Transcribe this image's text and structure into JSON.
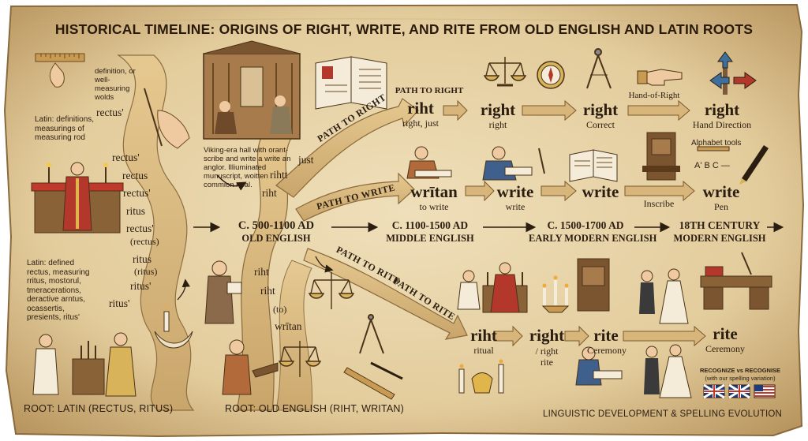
{
  "title": "HISTORICAL TIMELINE: ORIGINS OF RIGHT, WRITE, AND RITE FROM OLD ENGLISH AND LATIN ROOTS",
  "eras": [
    {
      "date": "C. 500-1100 AD",
      "name": "OLD ENGLISH"
    },
    {
      "date": "C. 1100-1500 AD",
      "name": "MIDDLE ENGLISH"
    },
    {
      "date": "C. 1500-1700 AD",
      "name": "EARLY MODERN ENGLISH"
    },
    {
      "date": "18TH CENTURY",
      "name": "MODERN ENGLISH"
    }
  ],
  "paths": {
    "right": "PATH TO RIGHT",
    "write": "PATH TO WRITE",
    "rite": "PATH TO RITE",
    "rite2": "PATH TO RITE"
  },
  "right_row": [
    {
      "word": "riht",
      "gloss": "right, just"
    },
    {
      "word": "right",
      "gloss": "right"
    },
    {
      "word": "right",
      "gloss": "Correct"
    },
    {
      "word": "right",
      "gloss": "Hand Direction"
    }
  ],
  "right_label": "Hand-of-Right",
  "write_row": [
    {
      "word": "wrītan",
      "gloss": "to write"
    },
    {
      "word": "write",
      "gloss": "write"
    },
    {
      "word": "write",
      "gloss": ""
    },
    {
      "word": "write",
      "gloss": "Pen"
    }
  ],
  "write_extra": {
    "inscribe": "Inscribe",
    "tools": "Alphabet tools",
    "abc": "A' B C —"
  },
  "rite_row": [
    {
      "word": "riht",
      "gloss": "ritual"
    },
    {
      "word": "right",
      "gloss": "/ right\nrite"
    },
    {
      "word": "rite",
      "gloss": "Ceremony"
    },
    {
      "word": "rite",
      "gloss": "Ceremony"
    }
  ],
  "latin_notes": {
    "top_small": "definition, or well-measuring wolds",
    "top": "Latin: definitions, measurings of measuring rod",
    "bottom": "Latin: defined rectus, measuring rritus, mostorul, tmeracerations, deractive arntus, ocassertis, presients, ritus'"
  },
  "latin_stream": [
    "rectus'",
    "rectus'",
    "rectus",
    "rectus'",
    "ritus",
    "rectus'",
    "(rectus)",
    "ritus",
    "(ritus)",
    "ritus'",
    "ritus'"
  ],
  "viking_note": "Viking-era hall with orant-scribe and write a write an anglor. Illiuminated munuscript, woitten commion noal.",
  "oe_stream_top": [
    "just",
    "rihtt",
    "riht"
  ],
  "oe_stream_bottom": [
    "riht",
    "riht",
    "(to)",
    "wrītan"
  ],
  "roots": {
    "latin": "ROOT: LATIN (RECTUS, RITUS)",
    "oe": "ROOT: OLD ENGLISH (RIHT, WRITAN)"
  },
  "footer": "LINGUISTIC DEVELOPMENT & SPELLING EVOLUTION",
  "spelling": {
    "line1": "RECOGNIZE vs RECOGNISE",
    "line2": "(with our spelling variation)"
  },
  "colors": {
    "parchment": "#e9d6ad",
    "ink": "#2b1d10",
    "ribbon": "#d9b77f",
    "red": "#b3372a",
    "blue": "#3f6f9c"
  }
}
